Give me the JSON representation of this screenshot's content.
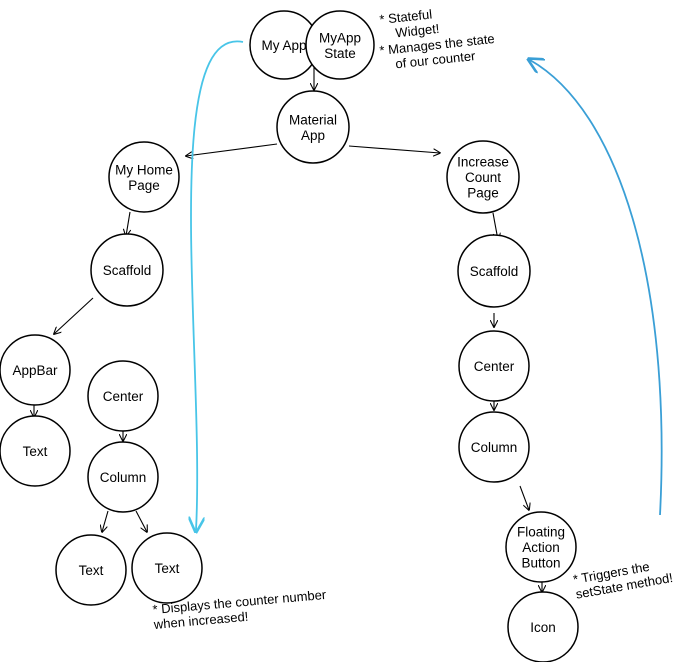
{
  "colors": {
    "node_stroke": "#000000",
    "edge": "#000000",
    "flow_left": "#48c5e8",
    "flow_right": "#3a9fd6"
  },
  "nodes": [
    {
      "id": "my-app",
      "lines": [
        "My App"
      ]
    },
    {
      "id": "myapp-state",
      "lines": [
        "MyApp",
        "State"
      ]
    },
    {
      "id": "material-app",
      "lines": [
        "Material",
        "App"
      ]
    },
    {
      "id": "my-home-page",
      "lines": [
        "My Home",
        "Page"
      ]
    },
    {
      "id": "increase-count-page",
      "lines": [
        "Increase",
        "Count",
        "Page"
      ]
    },
    {
      "id": "scaffold-left",
      "lines": [
        "Scaffold"
      ]
    },
    {
      "id": "scaffold-right",
      "lines": [
        "Scaffold"
      ]
    },
    {
      "id": "appbar",
      "lines": [
        "AppBar"
      ]
    },
    {
      "id": "text-appbar",
      "lines": [
        "Text"
      ]
    },
    {
      "id": "center-left",
      "lines": [
        "Center"
      ]
    },
    {
      "id": "column-left",
      "lines": [
        "Column"
      ]
    },
    {
      "id": "text-left-1",
      "lines": [
        "Text"
      ]
    },
    {
      "id": "text-left-2",
      "lines": [
        "Text"
      ]
    },
    {
      "id": "center-right",
      "lines": [
        "Center"
      ]
    },
    {
      "id": "column-right",
      "lines": [
        "Column"
      ]
    },
    {
      "id": "fab",
      "lines": [
        "Floating",
        "Action",
        "Button"
      ]
    },
    {
      "id": "icon",
      "lines": [
        "Icon"
      ]
    }
  ],
  "notes": [
    {
      "id": "stateful-note",
      "lines": [
        "* Stateful",
        "  Widget!"
      ]
    },
    {
      "id": "manages-note",
      "lines": [
        "* Manages the state",
        "  of our counter"
      ]
    },
    {
      "id": "displays-note",
      "lines": [
        "* Displays the counter number",
        "when increased!"
      ]
    },
    {
      "id": "triggers-note",
      "lines": [
        "* Triggers the",
        "setState method!"
      ]
    }
  ]
}
